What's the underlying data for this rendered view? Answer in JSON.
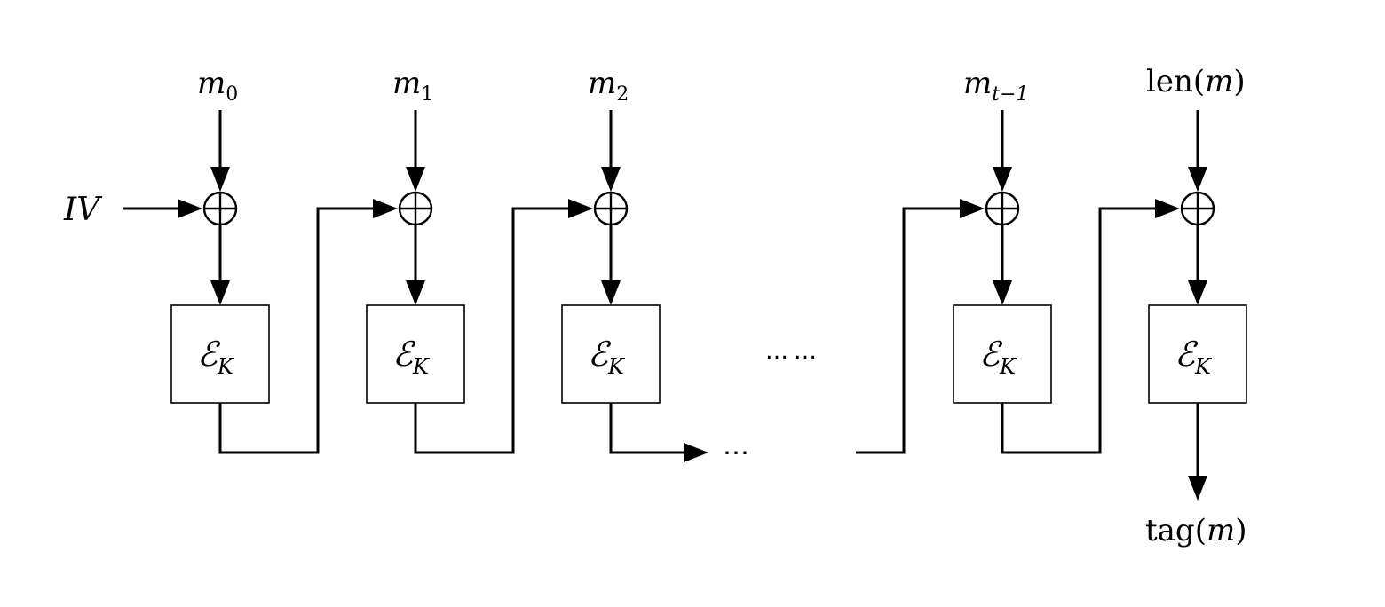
{
  "iv_label": {
    "main": "IV"
  },
  "inputs": [
    {
      "name": "m",
      "sub": "0"
    },
    {
      "name": "m",
      "sub": "1"
    },
    {
      "name": "m",
      "sub": "2"
    },
    {
      "name": "m",
      "sub": "t−1"
    }
  ],
  "length_input": {
    "fn": "len(",
    "arg": "m",
    "close": ")"
  },
  "blocks": [
    {
      "symbol": "ℰ",
      "sub": "K"
    },
    {
      "symbol": "ℰ",
      "sub": "K"
    },
    {
      "symbol": "ℰ",
      "sub": "K"
    },
    {
      "symbol": "ℰ",
      "sub": "K"
    },
    {
      "symbol": "ℰ",
      "sub": "K"
    }
  ],
  "ellipsis_middle": "……",
  "ellipsis_chain": "⋯",
  "output": {
    "fn": "tag(",
    "arg": "m",
    "close": ")"
  }
}
